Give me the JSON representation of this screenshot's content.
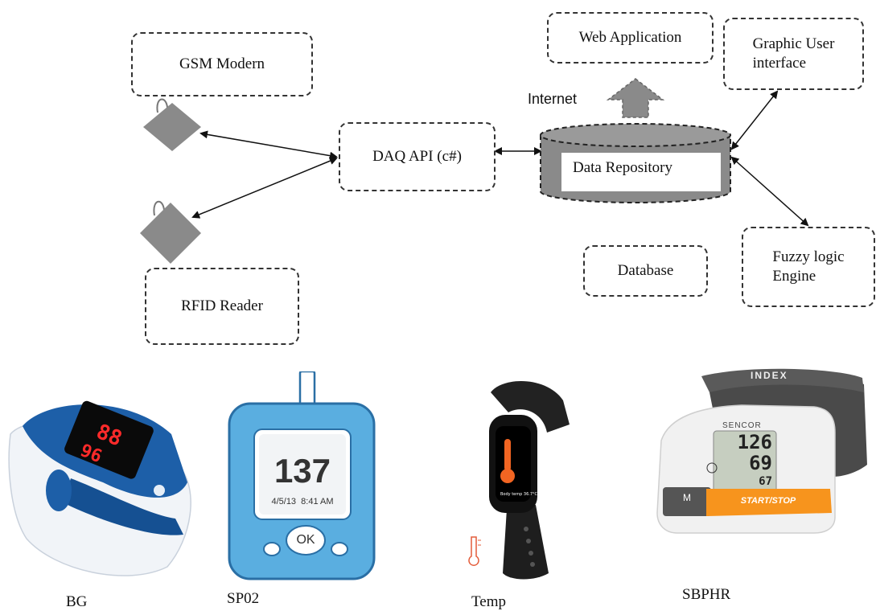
{
  "nodes": {
    "gsm": "GSM Modern",
    "rfid": "RFID Reader",
    "daq": "DAQ API (c#)",
    "repo": "Data Repository",
    "web": "Web Application",
    "gui_line1": "Graphic User",
    "gui_line2": "interface",
    "database": "Database",
    "fuzzy_line1": "Fuzzy logic",
    "fuzzy_line2": "Engine",
    "internet": "Internet"
  },
  "devices": {
    "oximeter_caption": "BG",
    "glucometer_caption": "SP02",
    "glucometer_reading": "137",
    "glucometer_datetime": "4/5/13  8:41 AM",
    "glucometer_button": "OK",
    "watch_caption": "Temp",
    "watch_screen_text": "Body temp 36.7°C",
    "bp_caption": "SBPHR",
    "bp_brand": "SENCOR",
    "bp_cuff_text": "INDEX",
    "bp_sys": "126",
    "bp_dia": "69",
    "bp_pulse": "67",
    "bp_button_m": "M",
    "bp_button_start": "START/STOP"
  },
  "colors": {
    "tag_gray": "#8a8a8a",
    "oximeter_blue": "#1d5fa8",
    "glucometer_blue": "#5aaee0",
    "display_red": "#ff2a2a",
    "watch_orange": "#f26522",
    "bp_orange": "#f7941d"
  }
}
